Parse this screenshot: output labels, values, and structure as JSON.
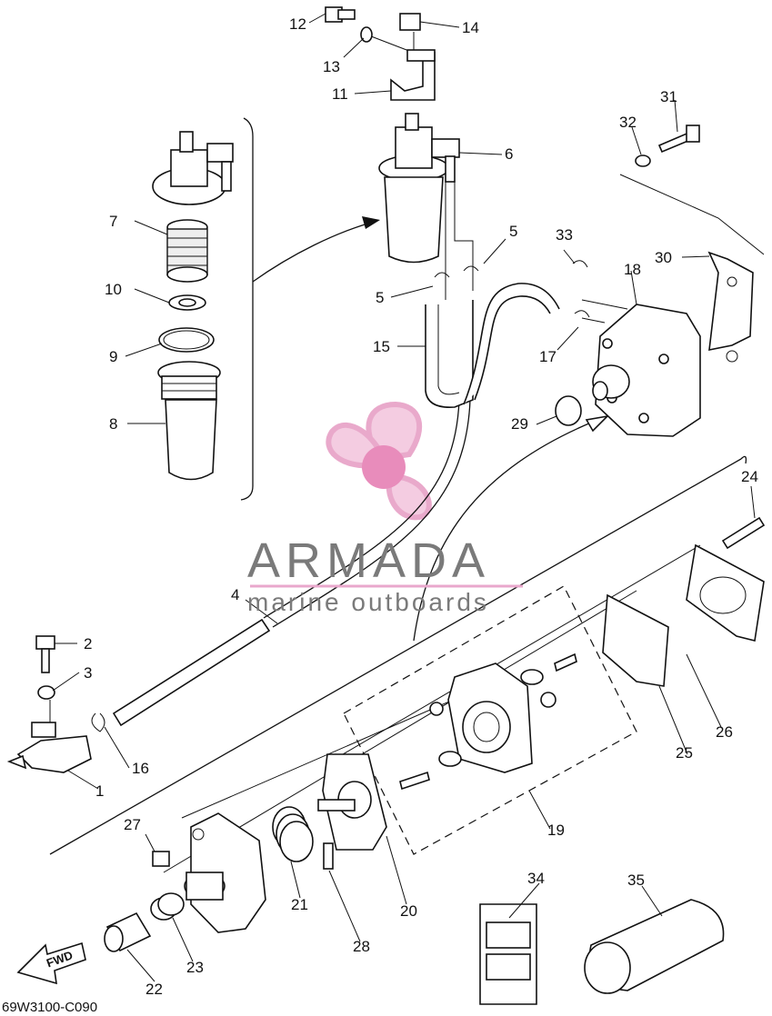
{
  "diagram": {
    "code": "69W3100-C090",
    "fwd_label": "FWD",
    "callouts": [
      "1",
      "2",
      "3",
      "4",
      "5",
      "5",
      "6",
      "7",
      "8",
      "9",
      "10",
      "11",
      "12",
      "13",
      "14",
      "15",
      "16",
      "17",
      "18",
      "19",
      "20",
      "21",
      "22",
      "23",
      "24",
      "25",
      "26",
      "27",
      "28",
      "29",
      "30",
      "31",
      "32",
      "33",
      "34",
      "35"
    ]
  },
  "watermark": {
    "brand": "ARMADA",
    "tagline": "marine outboards",
    "logo_color": "#e9a8cc",
    "logo_hub_color": "#e680b4"
  }
}
